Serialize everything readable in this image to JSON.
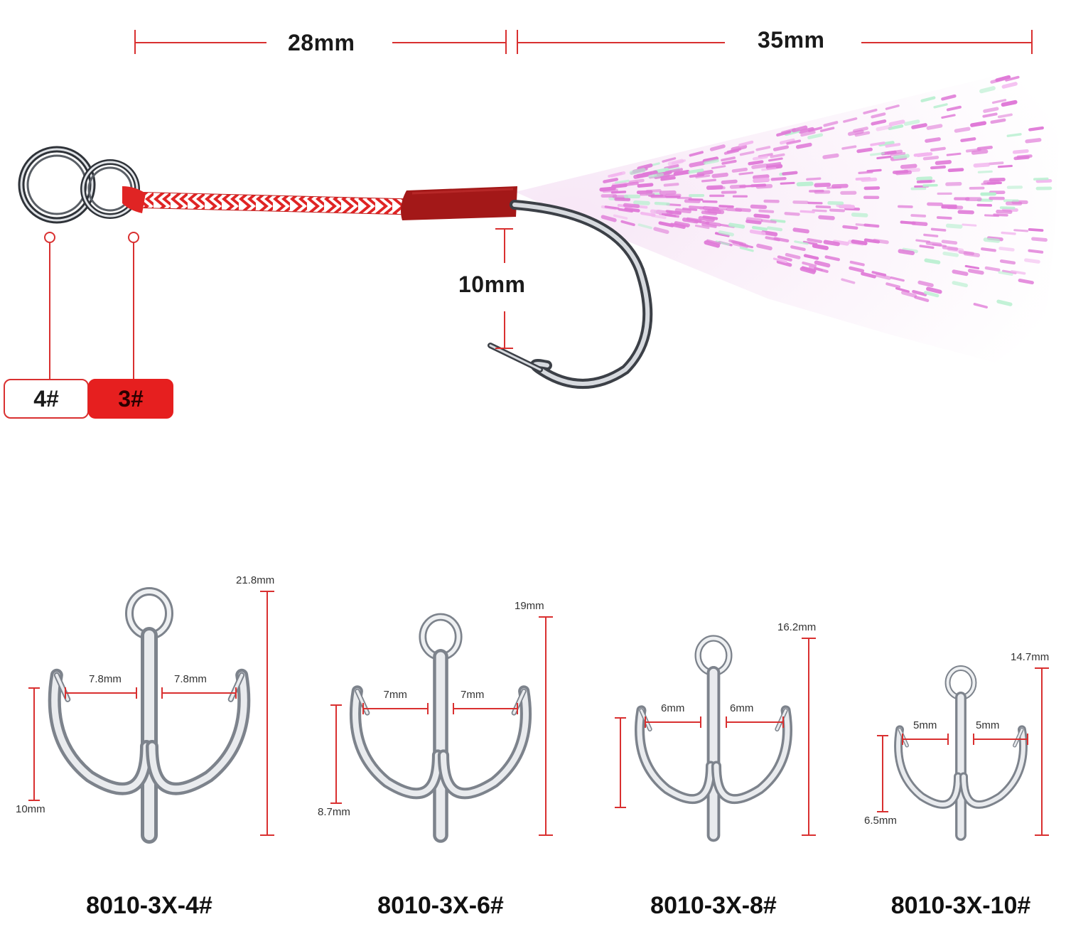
{
  "assist_hook": {
    "shank_length": "28mm",
    "feather_length": "35mm",
    "gap_width": "10mm",
    "ring_sizes": [
      "4#",
      "3#"
    ]
  },
  "treble_hooks": [
    {
      "model": "8010-3X-4#",
      "height": "21.8mm",
      "span_left": "7.8mm",
      "span_right": "7.8mm",
      "point_height": "10mm"
    },
    {
      "model": "8010-3X-6#",
      "height": "19mm",
      "span_left": "7mm",
      "span_right": "7mm",
      "point_height": "8.7mm"
    },
    {
      "model": "8010-3X-8#",
      "height": "16.2mm",
      "span_left": "6mm",
      "span_right": "6mm",
      "point_height": ""
    },
    {
      "model": "8010-3X-10#",
      "height": "14.7mm",
      "span_left": "5mm",
      "span_right": "5mm",
      "point_height": "6.5mm"
    }
  ],
  "colors": {
    "dimension_line": "#d93030",
    "badge_red": "#e61f1f",
    "braid_red": "#e02424",
    "wrap_red": "#a31818",
    "flash_pink": "#e07ad8",
    "flash_green": "#b8f0d0",
    "steel": "#c9ccd2"
  }
}
